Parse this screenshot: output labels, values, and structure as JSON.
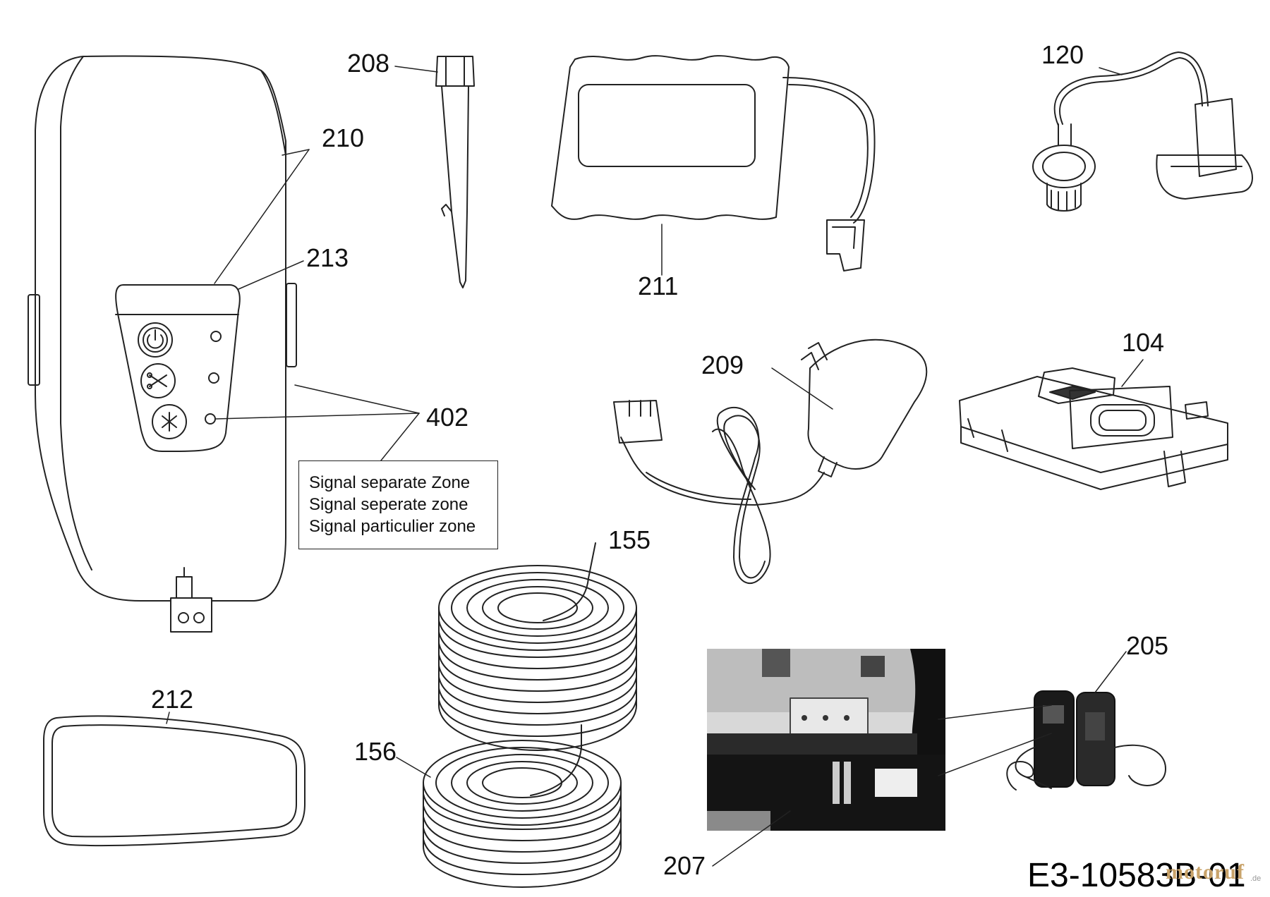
{
  "callouts": {
    "c208": "208",
    "c211": "211",
    "c120": "120",
    "c210": "210",
    "c213": "213",
    "c209": "209",
    "c104": "104",
    "c402": "402",
    "c155": "155",
    "c212": "212",
    "c205": "205",
    "c156": "156",
    "c207": "207"
  },
  "signal_note": {
    "line1": "Signal separate Zone",
    "line2": "Signal seperate zone",
    "line3": "Signal particulier zone"
  },
  "document_number": "E3-10583B-01",
  "watermark": {
    "text": "motoruf",
    "tld": ".de"
  },
  "colors": {
    "line": "#222222",
    "background": "#ffffff",
    "watermark": "#c9a36a"
  }
}
